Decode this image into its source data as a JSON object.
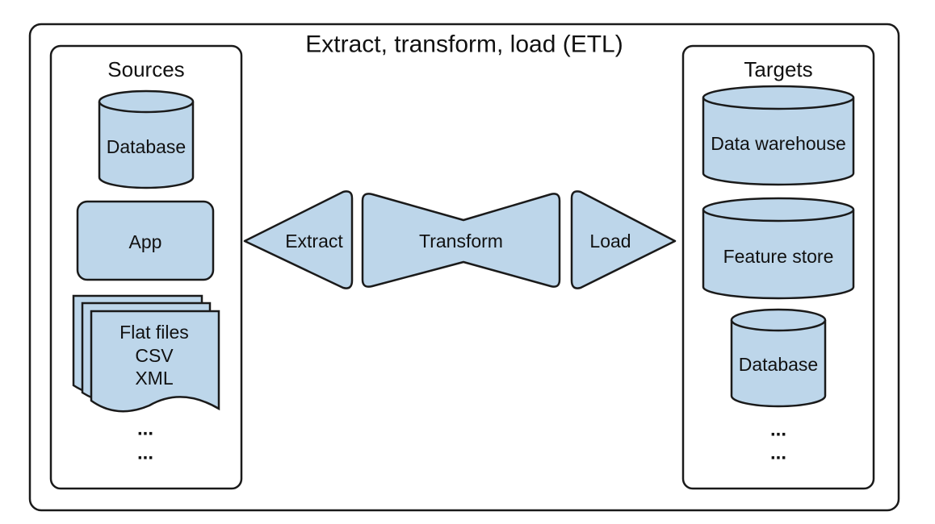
{
  "title": "Extract, transform, load (ETL)",
  "colors": {
    "fill": "#bdd6ea",
    "stroke": "#1a1a1a",
    "background": "#ffffff"
  },
  "sources": {
    "title": "Sources",
    "database": "Database",
    "app": "App",
    "flat_files": [
      "Flat files",
      "CSV",
      "XML"
    ],
    "ellipsis": [
      "...",
      "..."
    ]
  },
  "stages": {
    "extract": "Extract",
    "transform": "Transform",
    "load": "Load"
  },
  "targets": {
    "title": "Targets",
    "data_warehouse": "Data warehouse",
    "feature_store": "Feature store",
    "database": "Database",
    "ellipsis": [
      "...",
      "..."
    ]
  }
}
